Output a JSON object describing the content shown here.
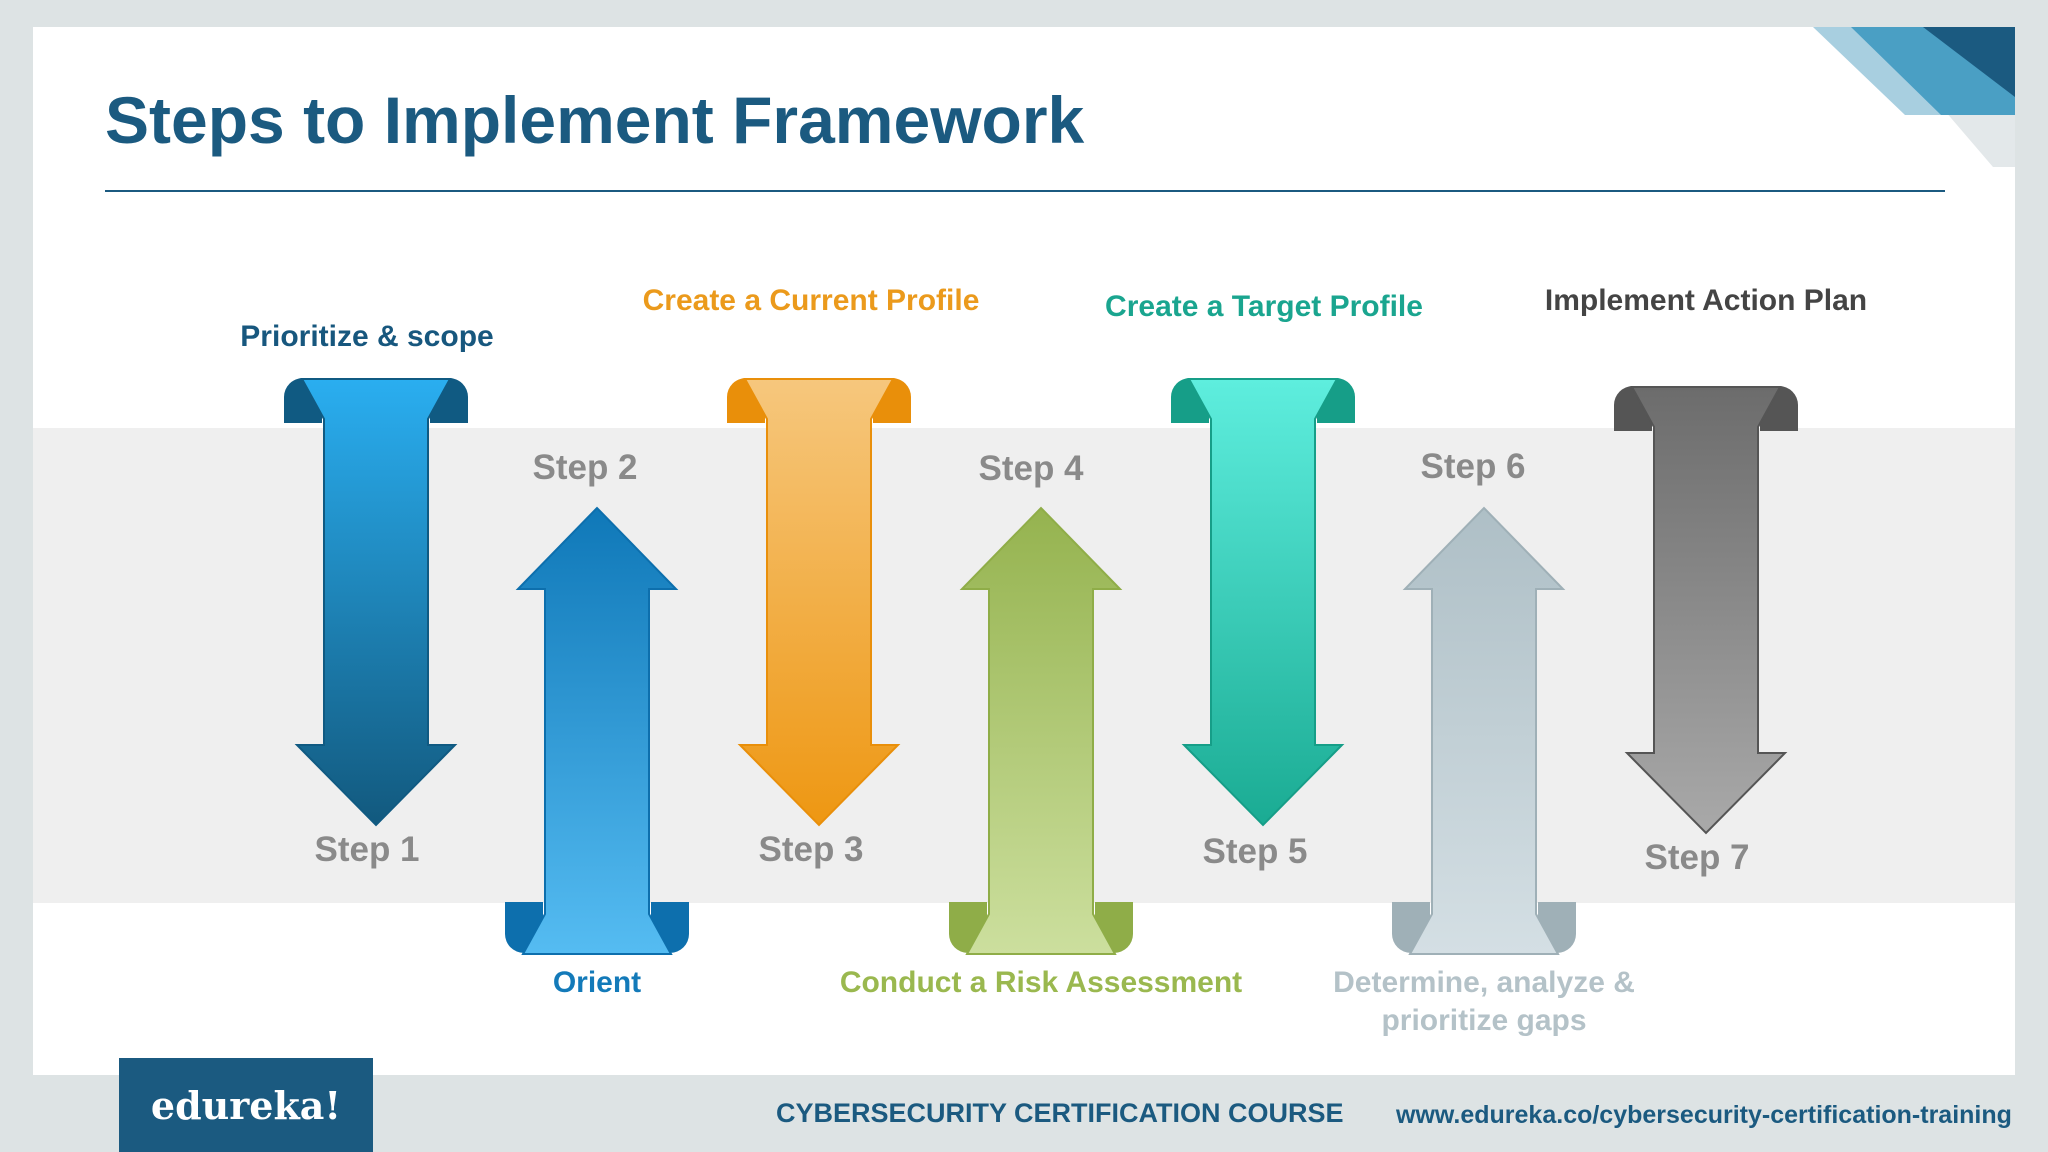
{
  "title": "Steps to Implement Framework",
  "steps": [
    {
      "step_label": "Step 1",
      "description": "Prioritize & scope",
      "direction": "down",
      "color_light": "#2aaef0",
      "color_dark": "#12597e",
      "curl_color": "#105a82",
      "text_color": "#17577e"
    },
    {
      "step_label": "Step 2",
      "description": "Orient",
      "direction": "up",
      "color_light": "#55bcf2",
      "color_dark": "#0f78b8",
      "curl_color": "#0d6fad",
      "text_color": "#137ab9"
    },
    {
      "step_label": "Step 3",
      "description": "Create a Current Profile",
      "direction": "down",
      "color_light": "#f6c77d",
      "color_dark": "#ee9712",
      "curl_color": "#e98f0a",
      "text_color": "#eb9a1c"
    },
    {
      "step_label": "Step 4",
      "description": "Conduct a Risk Assessment",
      "direction": "up",
      "color_light": "#ccdf9e",
      "color_dark": "#95b34f",
      "curl_color": "#8fad48",
      "text_color": "#9ab84f"
    },
    {
      "step_label": "Step 5",
      "description": "Create a Target Profile",
      "direction": "down",
      "color_light": "#5eeede",
      "color_dark": "#1aab93",
      "curl_color": "#169e88",
      "text_color": "#1aa58f"
    },
    {
      "step_label": "Step 6",
      "description": "Determine, analyze & prioritize gaps",
      "description_lines": [
        "Determine, analyze &",
        "prioritize gaps"
      ],
      "direction": "up",
      "color_light": "#d4dfe4",
      "color_dark": "#aebfc6",
      "curl_color": "#9fb0b7",
      "text_color": "#b4c2c8"
    },
    {
      "step_label": "Step 7",
      "description": "Implement Action Plan",
      "direction": "down",
      "color_light": "#6c6c6c",
      "color_dark": "#a9a9a9",
      "curl_color": "#555555",
      "text_color": "#444444"
    }
  ],
  "footer": {
    "logo": "edureka!",
    "course": "CYBERSECURITY CERTIFICATION COURSE",
    "url": "www.edureka.co/cybersecurity-certification-training"
  },
  "colors": {
    "brand": "#1b5a80",
    "band": "#efefef",
    "frame": "#dde3e4",
    "step_text": "#8a8a8a"
  }
}
